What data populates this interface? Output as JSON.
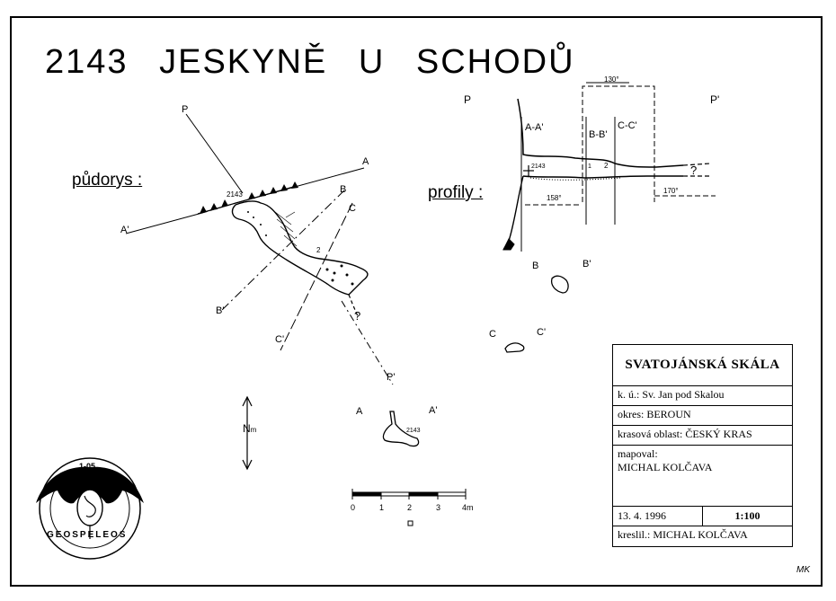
{
  "title": {
    "number": "2143",
    "word1": "JESKYNĚ",
    "word2": "U",
    "word3": "SCHODŮ"
  },
  "plan": {
    "heading": "půdorys :",
    "labels": {
      "p": "P",
      "p_prime": "P'",
      "a": "A",
      "a_prime": "A'",
      "b": "B",
      "b_prime": "B'",
      "c": "C",
      "c_prime": "C'",
      "entrance": "2143",
      "point2": "2",
      "question": "?"
    }
  },
  "profile": {
    "heading": "profily :",
    "labels": {
      "p": "P",
      "p_prime": "P'",
      "aa": "A-A'",
      "bb": "B-B'",
      "cc": "C-C'",
      "entrance": "2143",
      "dim1": "130°",
      "dim2": "158°",
      "dim3": "170°",
      "question": "?",
      "one": "1",
      "two": "2"
    }
  },
  "sections": {
    "b": "B",
    "b_prime": "B'",
    "c": "C",
    "c_prime": "C'",
    "a": "A",
    "a_prime": "A'",
    "entrance": "2143"
  },
  "north": {
    "label": "N",
    "sub": "m"
  },
  "scale": {
    "ticks": [
      "0",
      "1",
      "2",
      "3",
      "4m"
    ]
  },
  "logo": {
    "code": "1-05",
    "name": "GEOSPELEOS"
  },
  "info_box": {
    "header": "SVATOJÁNSKÁ SKÁLA",
    "ku": "k. ú.: Sv. Jan pod Skalou",
    "okres": "okres: BEROUN",
    "krasova": "krasová oblast: ČESKÝ KRAS",
    "mapoval_label": "mapoval:",
    "mapoval_name": "MICHAL KOLČAVA",
    "date": "13. 4. 1996",
    "scale": "1:100",
    "kreslil": "kreslil.: MICHAL KOLČAVA"
  },
  "initials": "MK"
}
